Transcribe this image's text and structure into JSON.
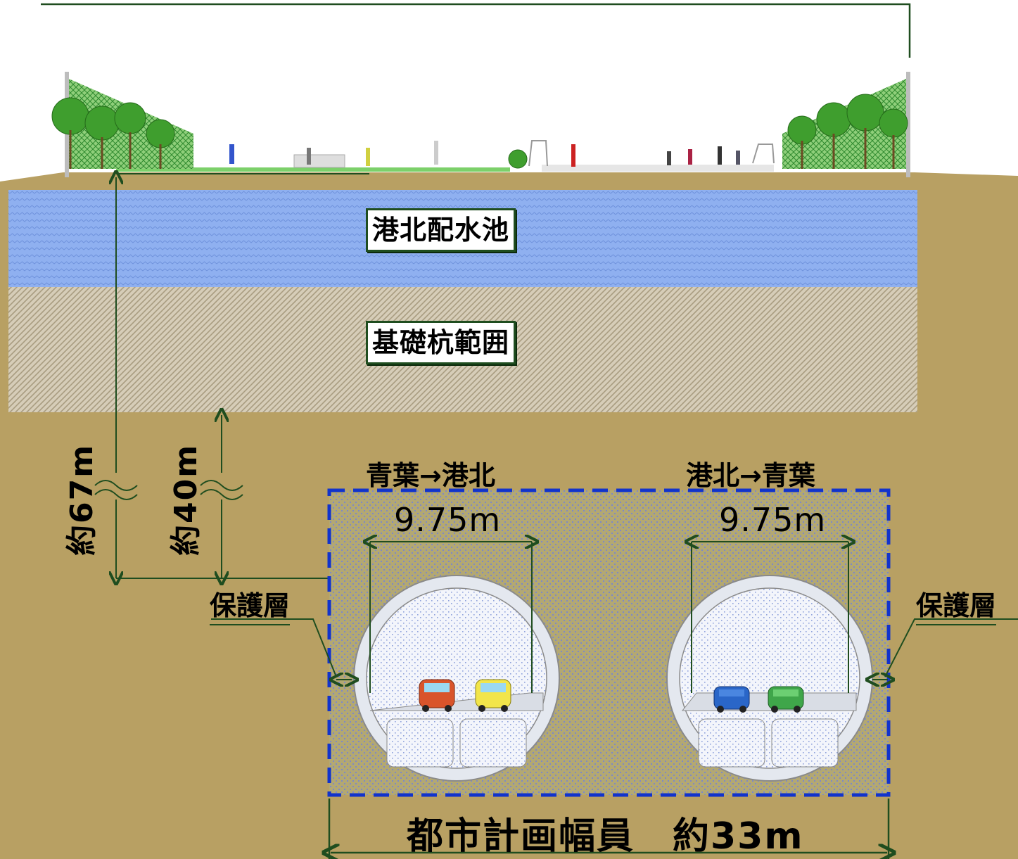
{
  "labels": {
    "reservoir": "港北配水池",
    "pile_range": "基礎杭範囲",
    "depth_total": "約67m",
    "depth_pile": "約40m",
    "protect_left": "保護層",
    "protect_right": "保護層",
    "dir_left": "青葉→港北",
    "dir_right": "港北→青葉",
    "width_left": "9.75m",
    "width_right": "9.75m",
    "plan_width": "都市計画幅員　約33m"
  },
  "colors": {
    "soil": "#b8a063",
    "water": "#8fb0f0",
    "pile": "#cfc7b4",
    "dim_line": "#1f4d1f",
    "dashed_frame": "#1133cc",
    "car_colors": [
      "#d9542b",
      "#f2e54a",
      "#2a66c8",
      "#3fa64a"
    ]
  },
  "icons": [
    "tree-icon",
    "fence-icon",
    "person-icon",
    "goal-icon",
    "car-icon",
    "tunnel-icon"
  ]
}
